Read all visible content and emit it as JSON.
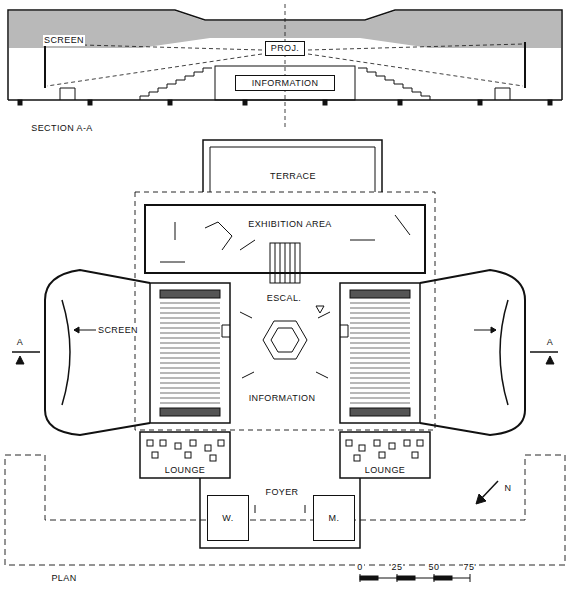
{
  "diagram": {
    "nodes": [
      {
        "text": [
          "PROJ."
        ]
      },
      {
        "text": [
          "INFORMATION"
        ]
      },
      {
        "text": [
          "W."
        ]
      },
      {
        "text": [
          "M."
        ]
      }
    ],
    "labels": [
      "SCREEN",
      "SECTION A-A",
      "TERRACE",
      "EXHIBITION AREA",
      "ESCAL.",
      "SCREEN",
      "A",
      "A",
      "INFORMATION",
      "LOUNGE",
      "LOUNGE",
      "FOYER",
      "PLAN",
      "0",
      "25",
      "50",
      "75'",
      "N"
    ]
  }
}
